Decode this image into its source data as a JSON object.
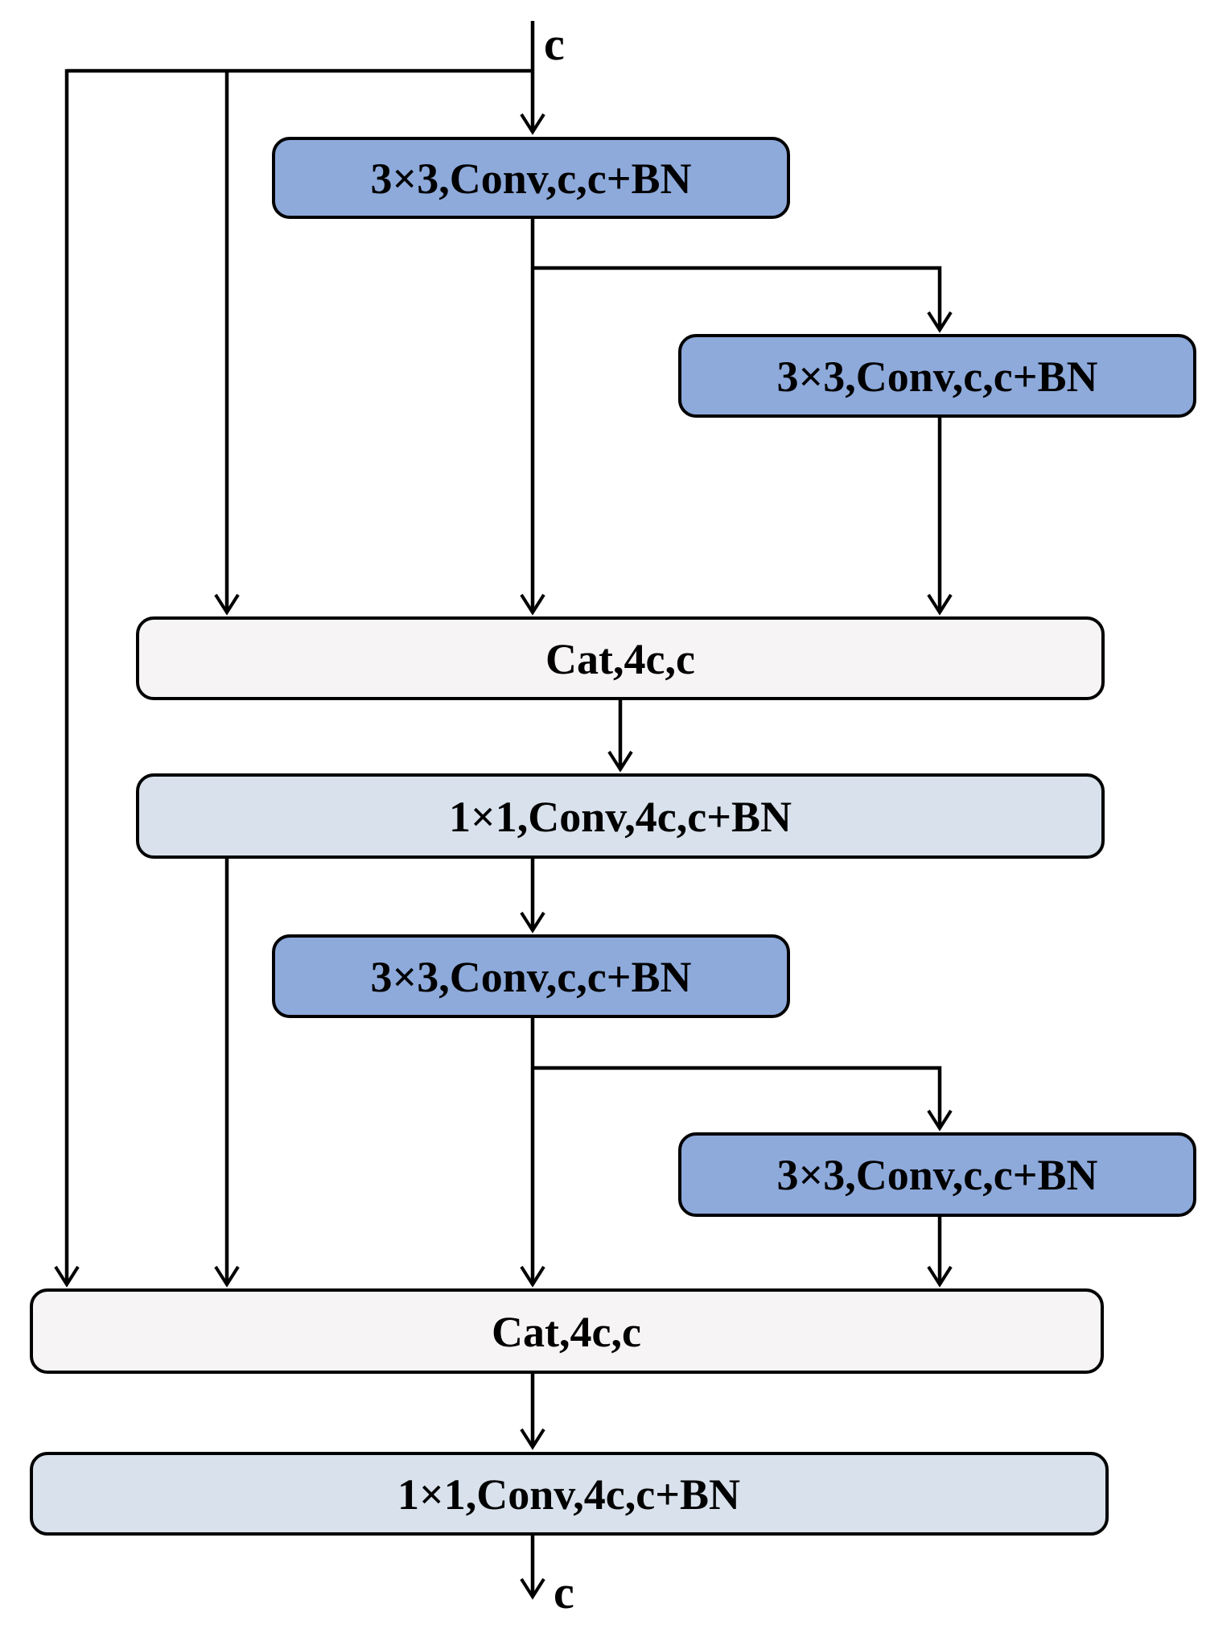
{
  "diagram": {
    "input_label": "c",
    "output_label": "c",
    "colors": {
      "conv3x3_fill": "#8eaadb",
      "conv1x1_fill": "#d8e1ec",
      "concat_fill": "#f6f4f4",
      "stroke": "#000000",
      "background": "#ffffff"
    },
    "nodes": {
      "conv3x3_1": {
        "label": "3×3,Conv,c,c+BN",
        "fill": "#8eaadb"
      },
      "conv3x3_2": {
        "label": "3×3,Conv,c,c+BN",
        "fill": "#8eaadb"
      },
      "cat_1": {
        "label": "Cat,4c,c",
        "fill": "#f6f4f4"
      },
      "conv1x1_1": {
        "label": "1×1,Conv,4c,c+BN",
        "fill": "#d8e1ec"
      },
      "conv3x3_3": {
        "label": "3×3,Conv,c,c+BN",
        "fill": "#8eaadb"
      },
      "conv3x3_4": {
        "label": "3×3,Conv,c,c+BN",
        "fill": "#8eaadb"
      },
      "cat_2": {
        "label": "Cat,4c,c",
        "fill": "#f6f4f4"
      },
      "conv1x1_2": {
        "label": "1×1,Conv,4c,c+BN",
        "fill": "#d8e1ec"
      }
    },
    "edges": [
      {
        "from": "input",
        "to": "conv3x3_1"
      },
      {
        "from": "input",
        "to": "cat_1"
      },
      {
        "from": "input",
        "to": "cat_2"
      },
      {
        "from": "conv3x3_1",
        "to": "conv3x3_2"
      },
      {
        "from": "conv3x3_1",
        "to": "cat_1"
      },
      {
        "from": "conv3x3_2",
        "to": "cat_1"
      },
      {
        "from": "cat_1",
        "to": "conv1x1_1"
      },
      {
        "from": "conv1x1_1",
        "to": "conv3x3_3"
      },
      {
        "from": "conv1x1_1",
        "to": "cat_2"
      },
      {
        "from": "conv3x3_3",
        "to": "conv3x3_4"
      },
      {
        "from": "conv3x3_3",
        "to": "cat_2"
      },
      {
        "from": "conv3x3_4",
        "to": "cat_2"
      },
      {
        "from": "cat_2",
        "to": "conv1x1_2"
      },
      {
        "from": "conv1x1_2",
        "to": "output"
      }
    ]
  }
}
